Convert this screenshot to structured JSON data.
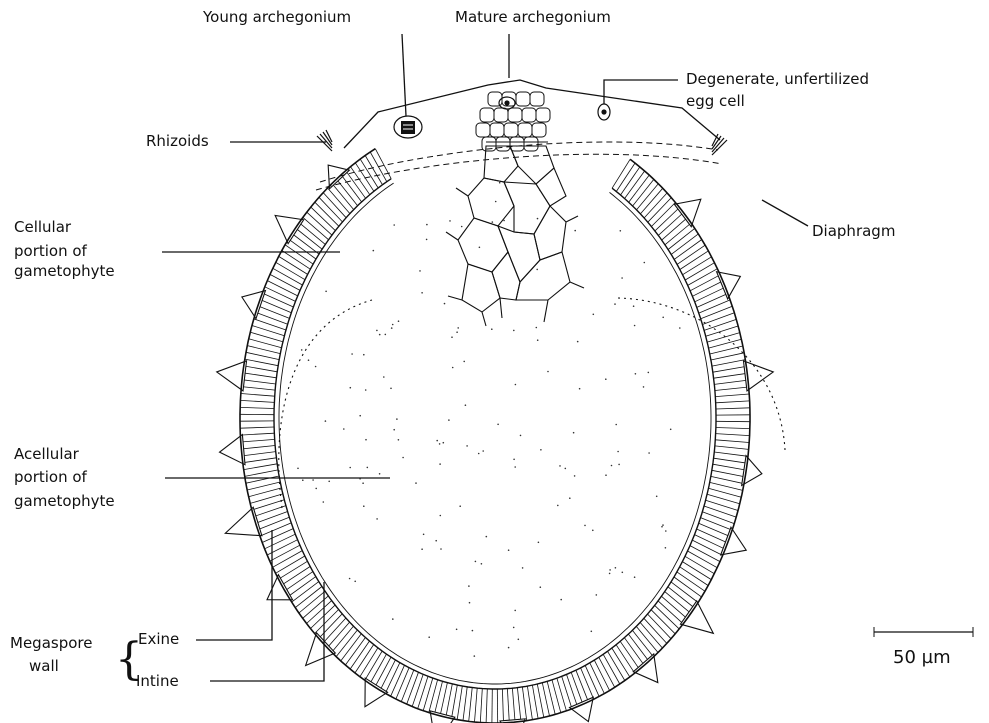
{
  "labels": {
    "young_archegonium": "Young archegonium",
    "mature_archegonium": "Mature archegonium",
    "degenerate_egg_line1": "Degenerate, unfertilized",
    "degenerate_egg_line2": "egg cell",
    "rhizoids": "Rhizoids",
    "cellular_line1": "Cellular",
    "cellular_line2": "portion of",
    "cellular_line3": "gametophyte",
    "diaphragm": "Diaphragm",
    "acellular_line1": "Acellular",
    "acellular_line2": "portion of",
    "acellular_line3": "gametophyte",
    "megaspore_line1": "Megaspore",
    "megaspore_line2": "wall",
    "exine": "Exine",
    "intine": "Intine"
  },
  "scale_bar": {
    "label": "50 µm"
  },
  "colors": {
    "ink": "#111111",
    "background": "#ffffff"
  }
}
